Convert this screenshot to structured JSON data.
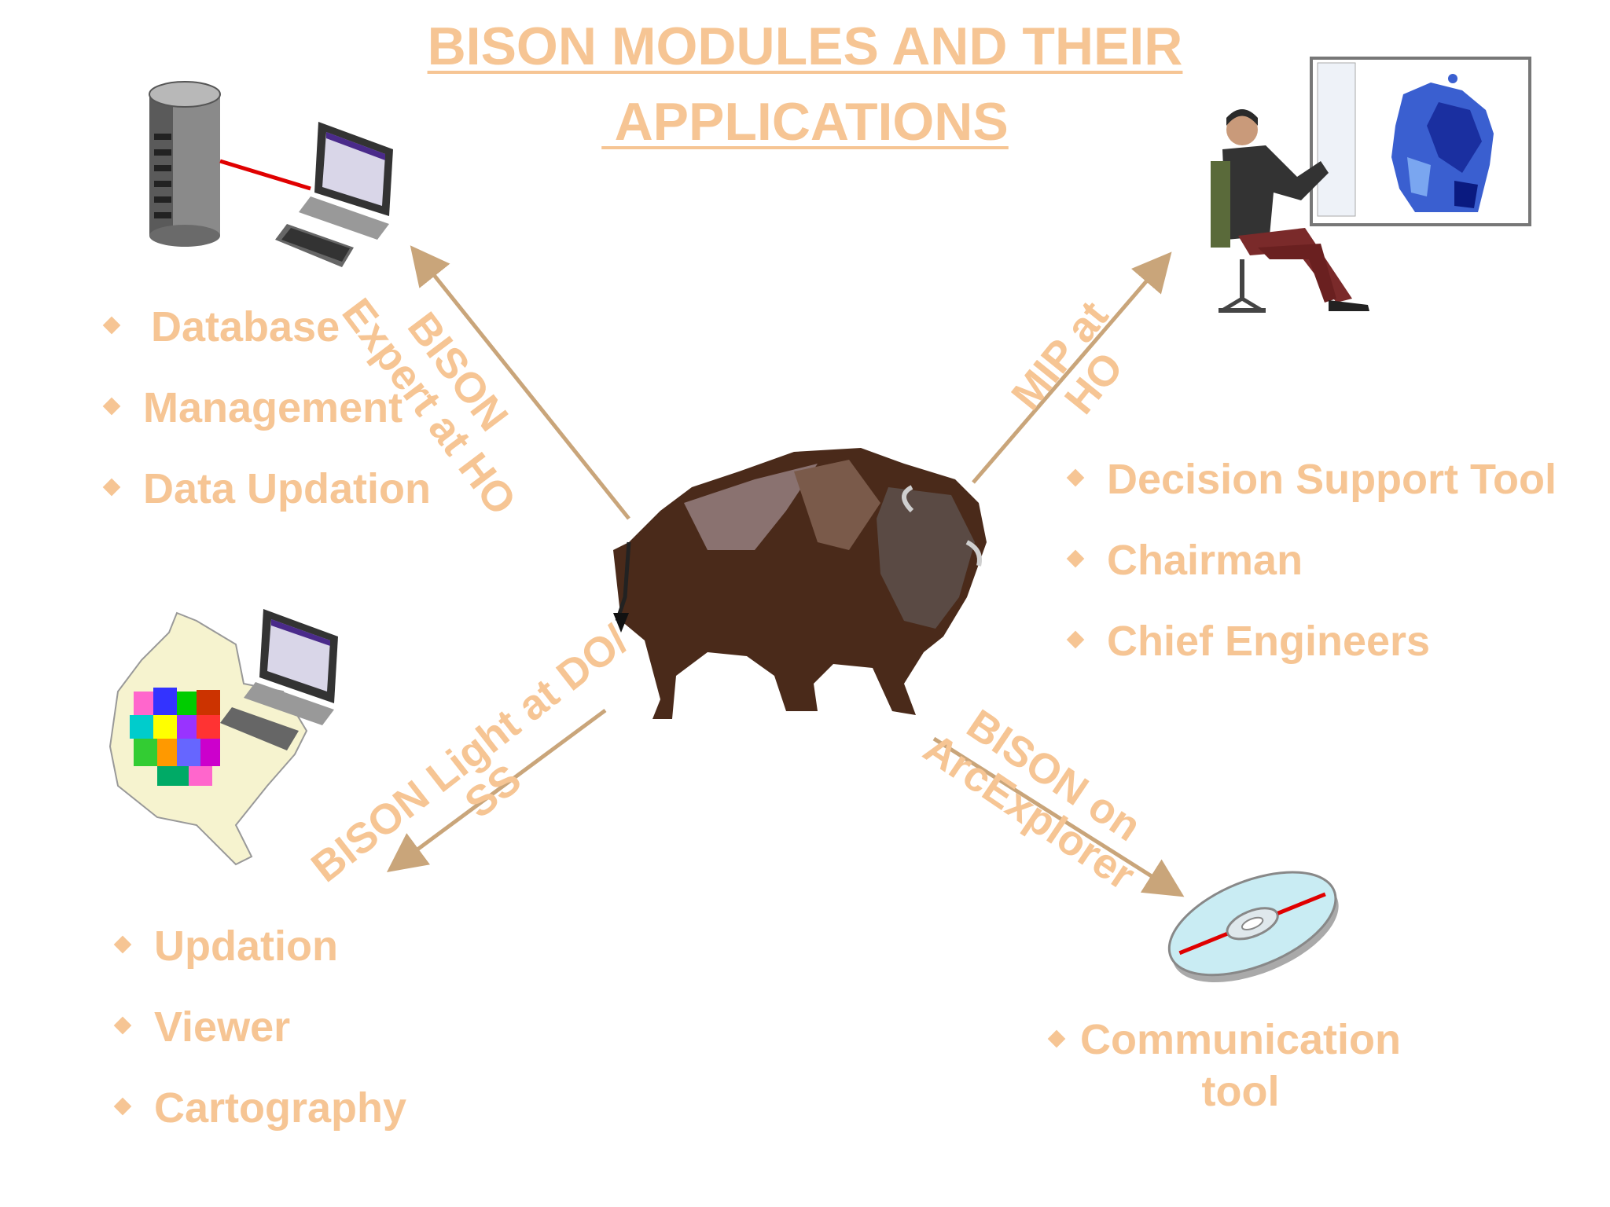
{
  "title": {
    "line1": "BISON MODULES AND THEIR",
    "line2": " APPLICATIONS"
  },
  "colors": {
    "text": "#f6c594",
    "arrow": "#c9a57a",
    "bison_body": "#4a2a1a",
    "link_line": "#e00000"
  },
  "modules": {
    "expert": {
      "label_line1": "BISON",
      "label_line2": "Expert at HO",
      "icon": "database-server-computer-icon",
      "features": [
        "Database",
        "Management",
        "Data Updation"
      ]
    },
    "mip": {
      "label_line1": "MIP at",
      "label_line2": "HO",
      "icon": "presenter-with-map-board-icon",
      "features": [
        "Decision Support Tool",
        "Chairman",
        "Chief Engineers"
      ]
    },
    "light": {
      "label_line1": "BISON Light at DO/",
      "label_line2": "SS",
      "icon": "map-computer-icon",
      "features": [
        "Updation",
        "Viewer",
        "Cartography"
      ]
    },
    "arcexplorer": {
      "label_line1": "BISON on",
      "label_line2": "ArcExplorer",
      "icon": "cd-disc-icon",
      "features": [
        "Communication",
        "tool"
      ]
    }
  },
  "center": {
    "icon": "bison-icon"
  }
}
